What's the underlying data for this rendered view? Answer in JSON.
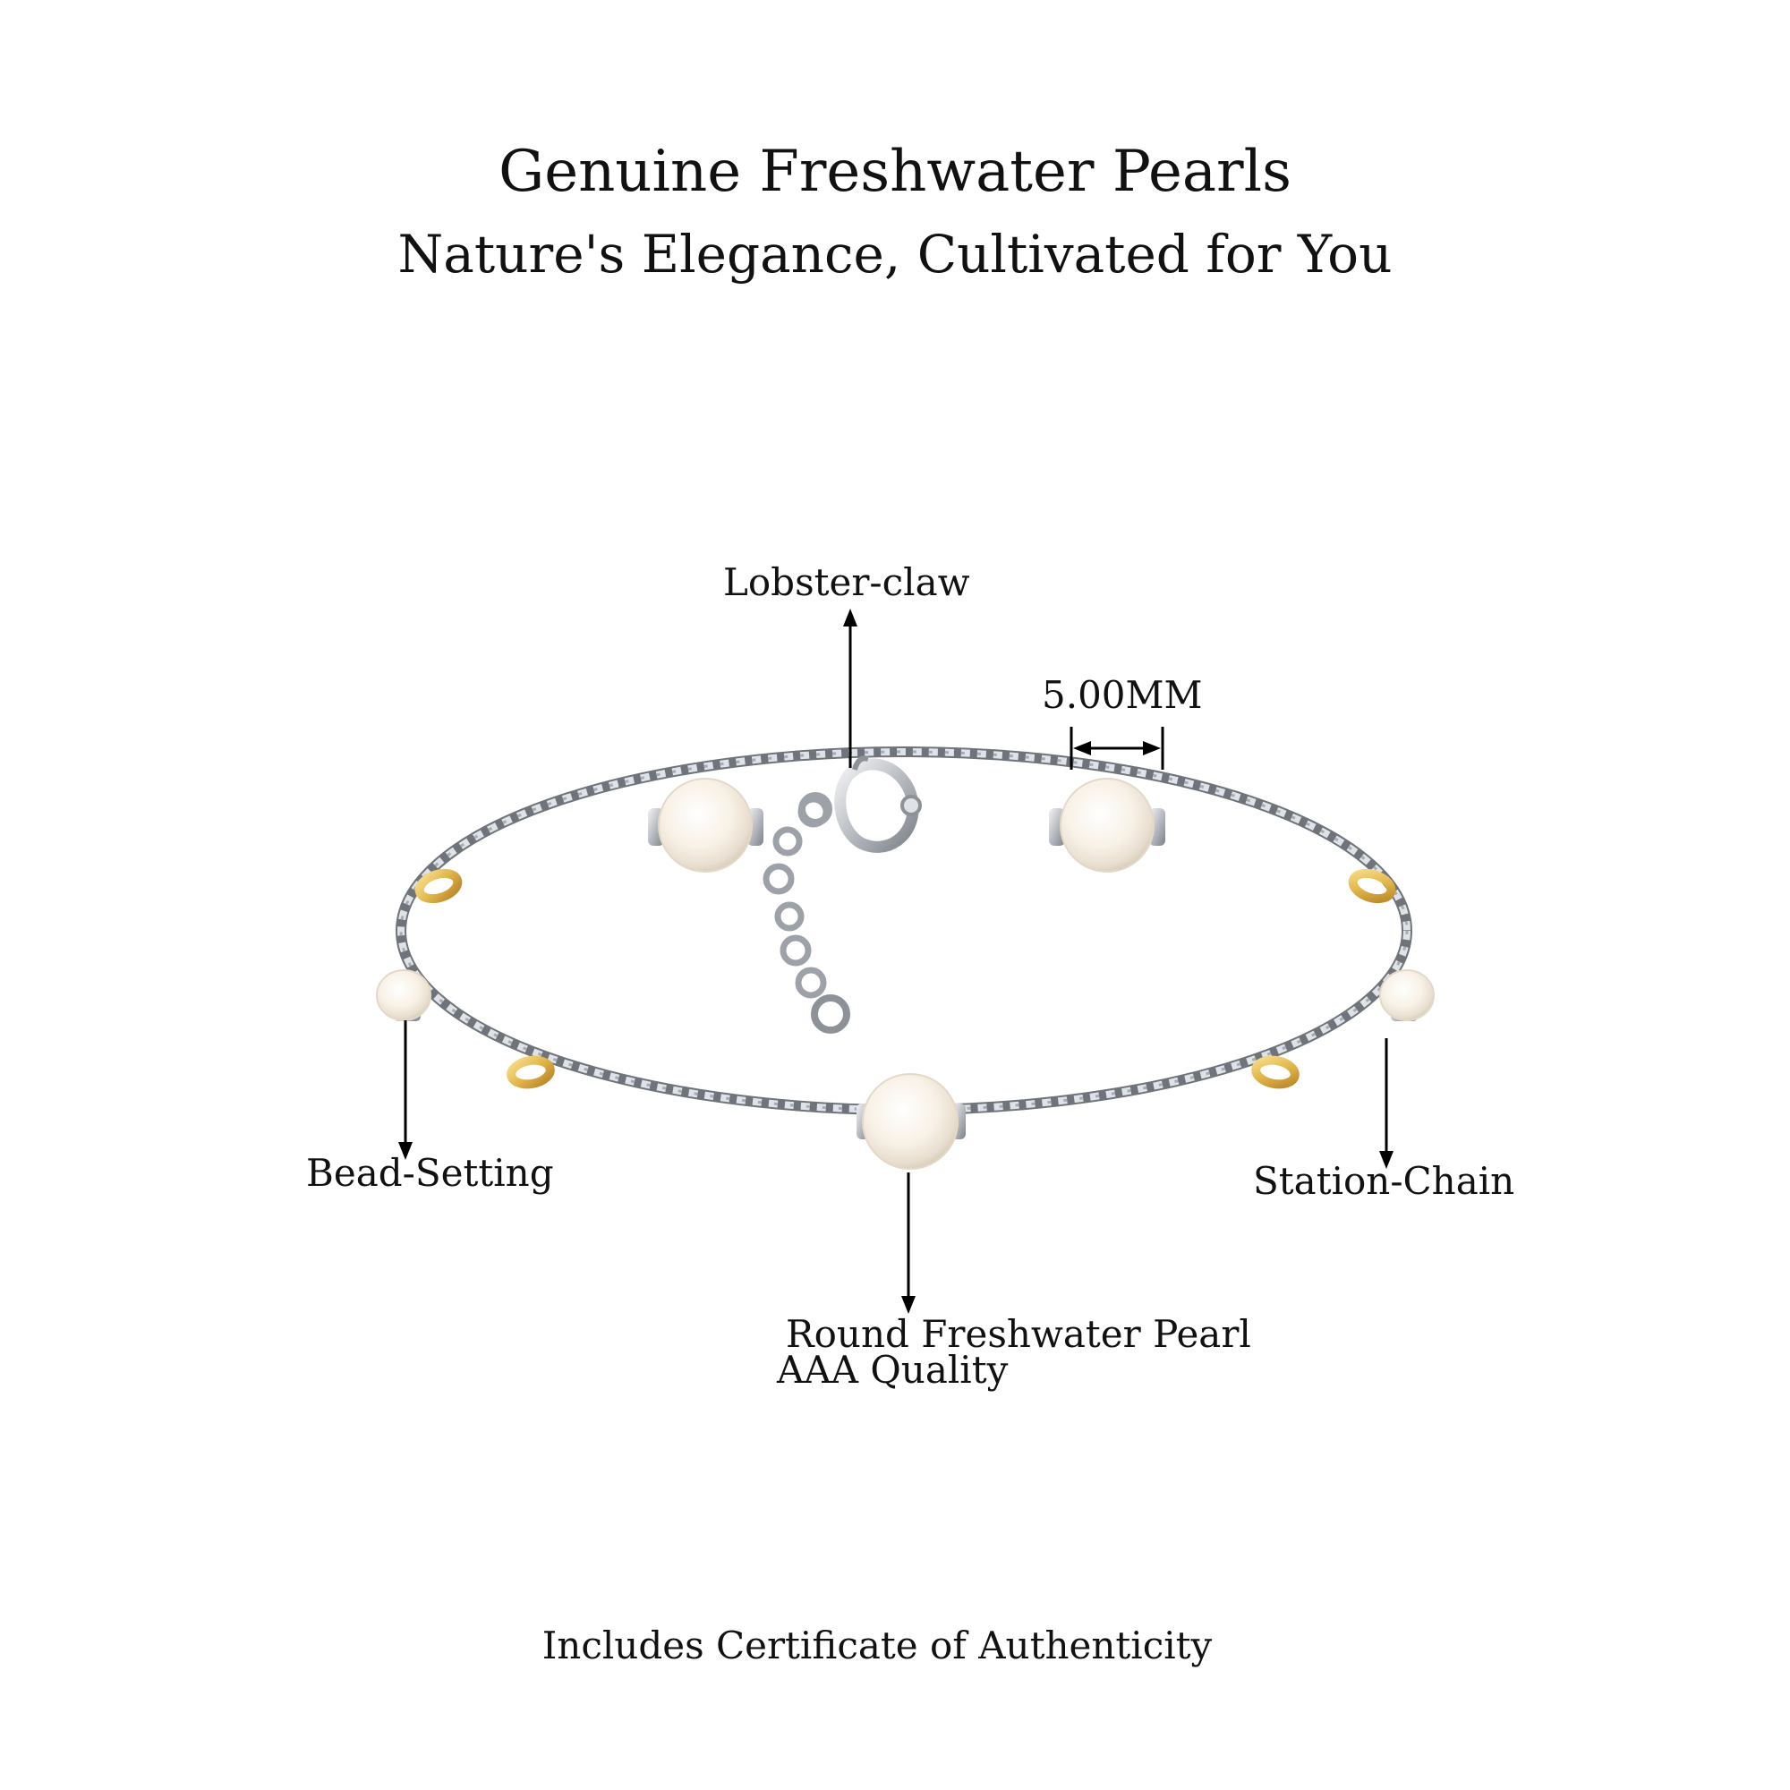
{
  "header": {
    "title": "Genuine Freshwater Pearls",
    "subtitle": "Nature's Elegance, Cultivated for You"
  },
  "callouts": {
    "lobster_claw": "Lobster-claw",
    "size": "5.00MM",
    "bead_setting": "Bead-Setting",
    "station_chain": "Station-Chain",
    "pearl_line_1": "Round Freshwater Pearl",
    "pearl_line_2": "AAA Quality"
  },
  "footer": {
    "text": "Includes Certificate of Authenticity"
  },
  "colors": {
    "background": "#ffffff",
    "text": "#111111",
    "silver": "#b8bcc2",
    "silver_dark": "#7d8289",
    "gold": "#e2b64a",
    "pearl": "#fbf6ee"
  },
  "icons": {
    "arrow": "arrow-icon",
    "dimension": "dimension-arrow-icon"
  }
}
